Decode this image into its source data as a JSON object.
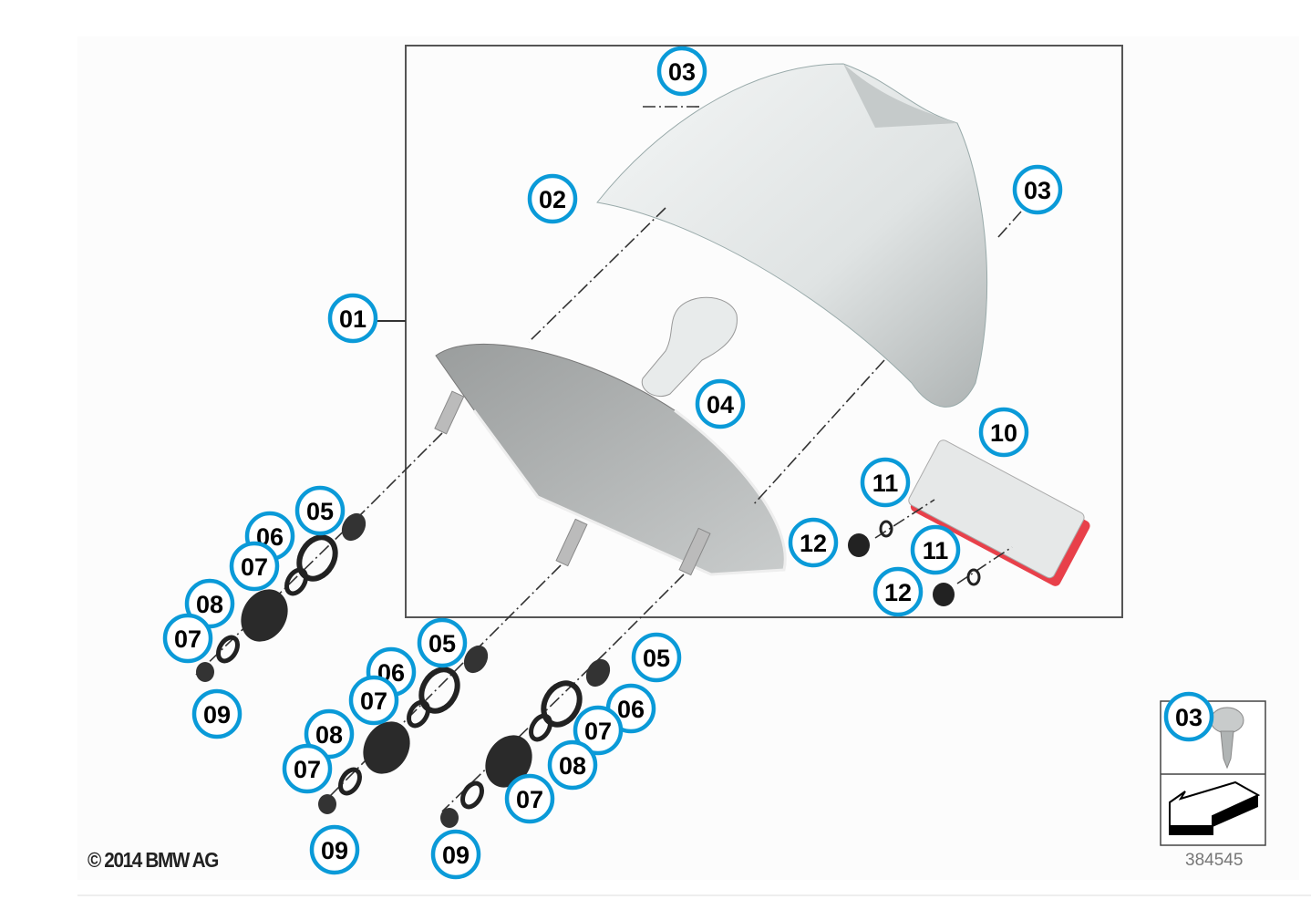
{
  "diagram": {
    "callouts": [
      "03",
      "02",
      "03",
      "01",
      "04",
      "10",
      "11",
      "12",
      "11",
      "12",
      "05",
      "06",
      "07",
      "08",
      "07",
      "09",
      "05",
      "06",
      "07",
      "08",
      "07",
      "09",
      "05",
      "06",
      "07",
      "08",
      "07",
      "09",
      "03"
    ],
    "copyright": "© 2014 BMW AG",
    "diagram_number": "384545",
    "colors": {
      "callout_ring": "#0a9ad8",
      "reflector": "#e8404a",
      "frame": "#555555"
    }
  }
}
